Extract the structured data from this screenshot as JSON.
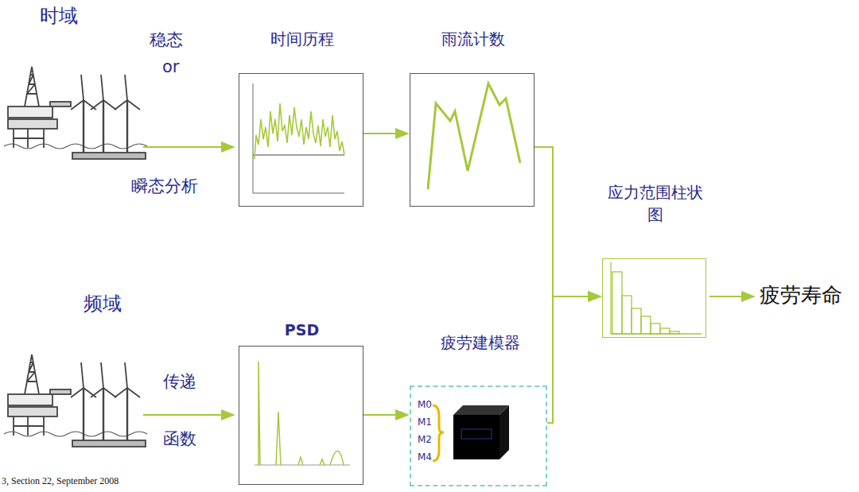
{
  "diagram": {
    "nodes": [
      {
        "text": [
          "时间历程"
        ]
      },
      {
        "text": [
          "雨流计数"
        ]
      },
      {
        "text": [
          "应力范围柱状图"
        ]
      },
      {
        "text": [
          "PSD"
        ]
      },
      {
        "text": [
          "疲劳建模器",
          "M0",
          "M1",
          "M2",
          "M4"
        ]
      }
    ],
    "edges": [
      {
        "from": 0,
        "to": 1,
        "arrow": "to"
      },
      {
        "from": 1,
        "to": 2,
        "arrow": "to"
      },
      {
        "from": 3,
        "to": 4,
        "arrow": "to"
      },
      {
        "from": 4,
        "to": 2,
        "arrow": "to"
      }
    ],
    "labels": [
      "时域",
      "稳态",
      "or",
      "瞬态分析",
      "疲劳寿命",
      "频域",
      "传递",
      "函数",
      "3, Section 22, September 2008"
    ]
  }
}
